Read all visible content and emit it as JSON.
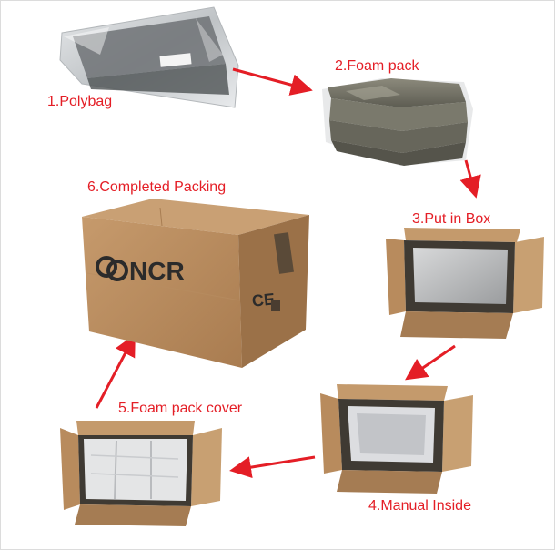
{
  "steps": {
    "step1": "1.Polybag",
    "step2": "2.Foam pack",
    "step3": "3.Put in Box",
    "step4": "4.Manual Inside",
    "step5": "5.Foam pack cover",
    "step6": "6.Completed Packing"
  },
  "box_branding": {
    "logo": "NCR",
    "mark": "CE"
  },
  "colors": {
    "label": "#e41e26",
    "arrow": "#e41e26",
    "cardboard": "#b5875a"
  }
}
